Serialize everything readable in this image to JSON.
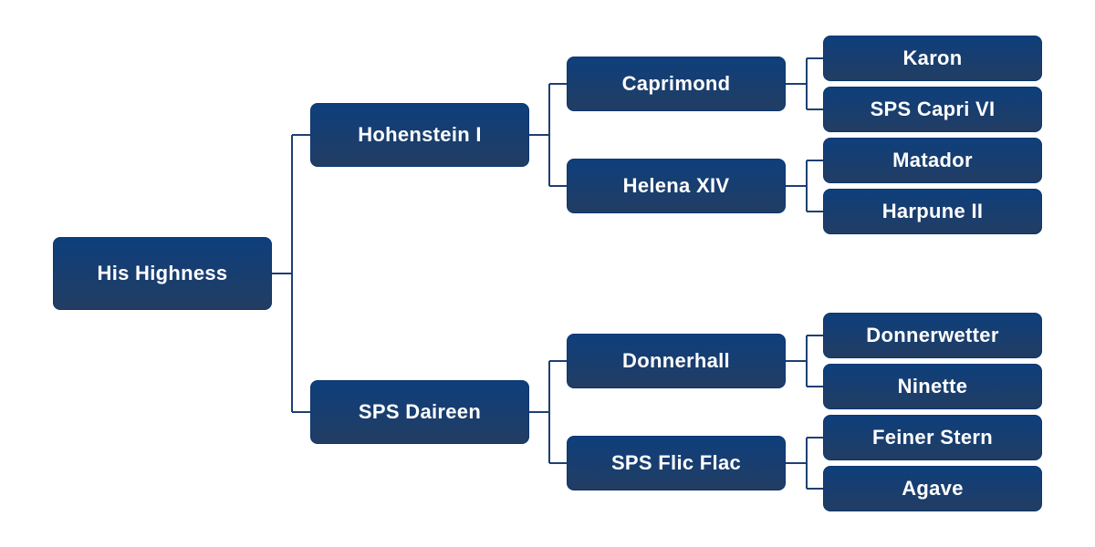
{
  "pedigree": {
    "subject": "His Highness",
    "sire": {
      "name": "Hohenstein I",
      "sire": {
        "name": "Caprimond",
        "sire": "Karon",
        "dam": "SPS Capri VI"
      },
      "dam": {
        "name": "Helena XIV",
        "sire": "Matador",
        "dam": "Harpune II"
      }
    },
    "dam": {
      "name": "SPS Daireen",
      "sire": {
        "name": "Donnerhall",
        "sire": "Donnerwetter",
        "dam": "Ninette"
      },
      "dam": {
        "name": "SPS Flic Flac",
        "sire": "Feiner Stern",
        "dam": "Agave"
      }
    }
  },
  "colors": {
    "box_top": "#0e3f7c",
    "box_bottom": "#223d63",
    "connector": "#1e3f73",
    "text": "#ffffff",
    "background": "#ffffff"
  }
}
